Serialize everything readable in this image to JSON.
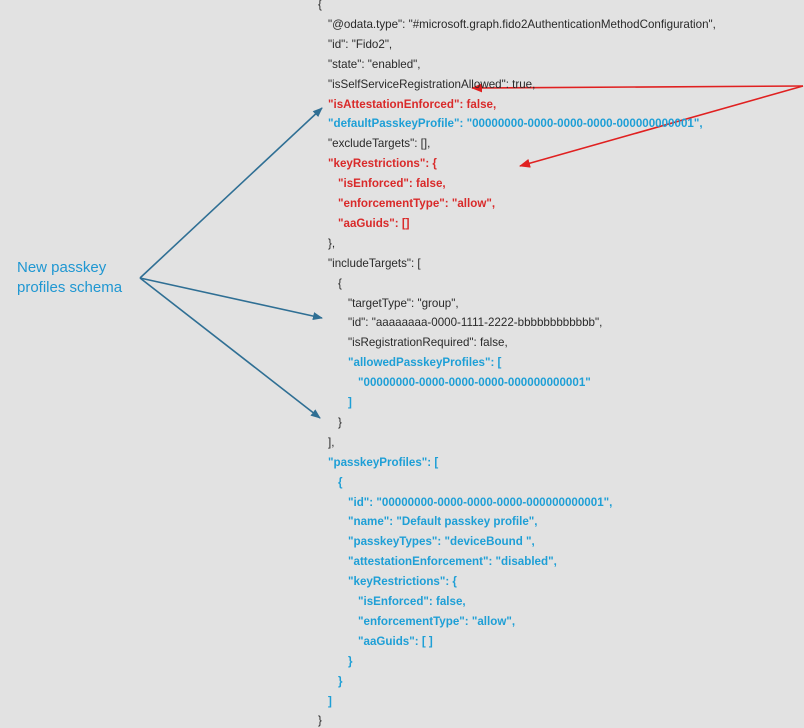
{
  "callout": {
    "line1": "New passkey",
    "line2": "profiles schema",
    "color": "#1f97d2"
  },
  "colors": {
    "default_text": "#2a2a2a",
    "highlight_red": "#d92a2a",
    "highlight_blue": "#1e9fd6",
    "arrow_red": "#e02020",
    "arrow_blue": "#2f6f94",
    "background": "#e2e2e2"
  },
  "code_lines": [
    {
      "indent": 0,
      "text": "{",
      "style": "default"
    },
    {
      "indent": 1,
      "text": "\"@odata.type\": \"#microsoft.graph.fido2AuthenticationMethodConfiguration\",",
      "style": "default"
    },
    {
      "indent": 1,
      "text": "\"id\": \"Fido2\",",
      "style": "default"
    },
    {
      "indent": 1,
      "text": "\"state\": \"enabled\",",
      "style": "default"
    },
    {
      "indent": 1,
      "text": "\"isSelfServiceRegistrationAllowed\": true,",
      "style": "default"
    },
    {
      "indent": 1,
      "text": "\"isAttestationEnforced\": false,",
      "style": "red"
    },
    {
      "indent": 1,
      "text": "\"defaultPasskeyProfile\": \"00000000-0000-0000-0000-000000000001\",",
      "style": "blue"
    },
    {
      "indent": 1,
      "text": "\"excludeTargets\": [],",
      "style": "default"
    },
    {
      "indent": 1,
      "text": "\"keyRestrictions\": {",
      "style": "red"
    },
    {
      "indent": 2,
      "text": "\"isEnforced\": false,",
      "style": "red"
    },
    {
      "indent": 2,
      "text": "\"enforcementType\": \"allow\",",
      "style": "red"
    },
    {
      "indent": 2,
      "text": "\"aaGuids\": []",
      "style": "red"
    },
    {
      "indent": 1,
      "text": "},",
      "style": "default"
    },
    {
      "indent": 1,
      "text": "\"includeTargets\": [",
      "style": "default"
    },
    {
      "indent": 2,
      "text": "{",
      "style": "default"
    },
    {
      "indent": 3,
      "text": "\"targetType\": \"group\",",
      "style": "default"
    },
    {
      "indent": 3,
      "text": "\"id\": \"aaaaaaaa-0000-1111-2222-bbbbbbbbbbbb\",",
      "style": "default"
    },
    {
      "indent": 3,
      "text": "\"isRegistrationRequired\": false,",
      "style": "default"
    },
    {
      "indent": 3,
      "text": "\"allowedPasskeyProfiles\": [",
      "style": "blue"
    },
    {
      "indent": 4,
      "text": "\"00000000-0000-0000-0000-000000000001\"",
      "style": "blue"
    },
    {
      "indent": 3,
      "text": "]",
      "style": "blue"
    },
    {
      "indent": 2,
      "text": "}",
      "style": "default"
    },
    {
      "indent": 1,
      "text": "],",
      "style": "default"
    },
    {
      "indent": 1,
      "text": "\"passkeyProfiles\": [",
      "style": "blue"
    },
    {
      "indent": 2,
      "text": "{",
      "style": "blue"
    },
    {
      "indent": 3,
      "text": "\"id\": \"00000000-0000-0000-0000-000000000001\",",
      "style": "blue"
    },
    {
      "indent": 3,
      "text": "\"name\": \"Default passkey profile\",",
      "style": "blue"
    },
    {
      "indent": 3,
      "text": "\"passkeyTypes\": \"deviceBound \",",
      "style": "blue"
    },
    {
      "indent": 3,
      "text": "\"attestationEnforcement\": \"disabled\",",
      "style": "blue"
    },
    {
      "indent": 3,
      "text": "\"keyRestrictions\": {",
      "style": "blue"
    },
    {
      "indent": 4,
      "text": "\"isEnforced\": false,",
      "style": "blue"
    },
    {
      "indent": 4,
      "text": "\"enforcementType\": \"allow\",",
      "style": "blue"
    },
    {
      "indent": 4,
      "text": "\"aaGuids\": [ ]",
      "style": "blue"
    },
    {
      "indent": 3,
      "text": "}",
      "style": "blue"
    },
    {
      "indent": 2,
      "text": "}",
      "style": "blue"
    },
    {
      "indent": 1,
      "text": "]",
      "style": "blue"
    },
    {
      "indent": 0,
      "text": "}",
      "style": "default"
    }
  ]
}
